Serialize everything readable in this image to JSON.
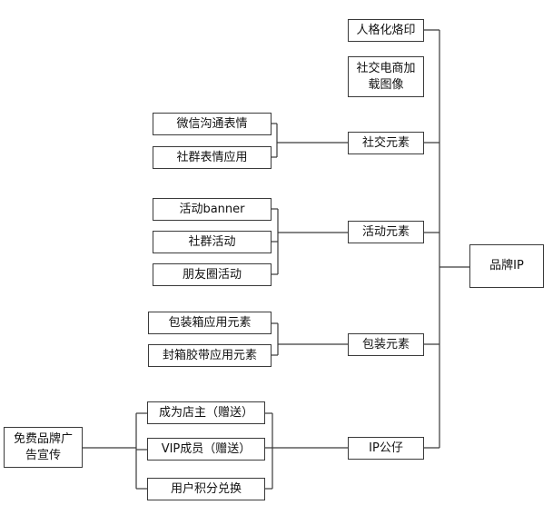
{
  "diagram": {
    "root": "品牌IP",
    "categories": {
      "personal_seal": "人格化烙印",
      "social_ecommerce": "社交电商加载图像",
      "social_elements": "社交元素",
      "activity_elements": "活动元素",
      "packaging_elements": "包装元素",
      "ip_doll": "IP公仔"
    },
    "social_items": [
      "微信沟通表情",
      "社群表情应用"
    ],
    "activity_items": [
      "活动banner",
      "社群活动",
      "朋友圈活动"
    ],
    "packaging_items": [
      "包装箱应用元素",
      "封箱胶带应用元素"
    ],
    "ip_items": [
      "成为店主（赠送）",
      "VIP成员（赠送）",
      "用户积分兑换"
    ],
    "external": "免费品牌广告宣传"
  },
  "colors": {
    "line": "#3a3a3a",
    "box_border": "#3a3a3a",
    "text": "#111111",
    "background": "#ffffff"
  }
}
